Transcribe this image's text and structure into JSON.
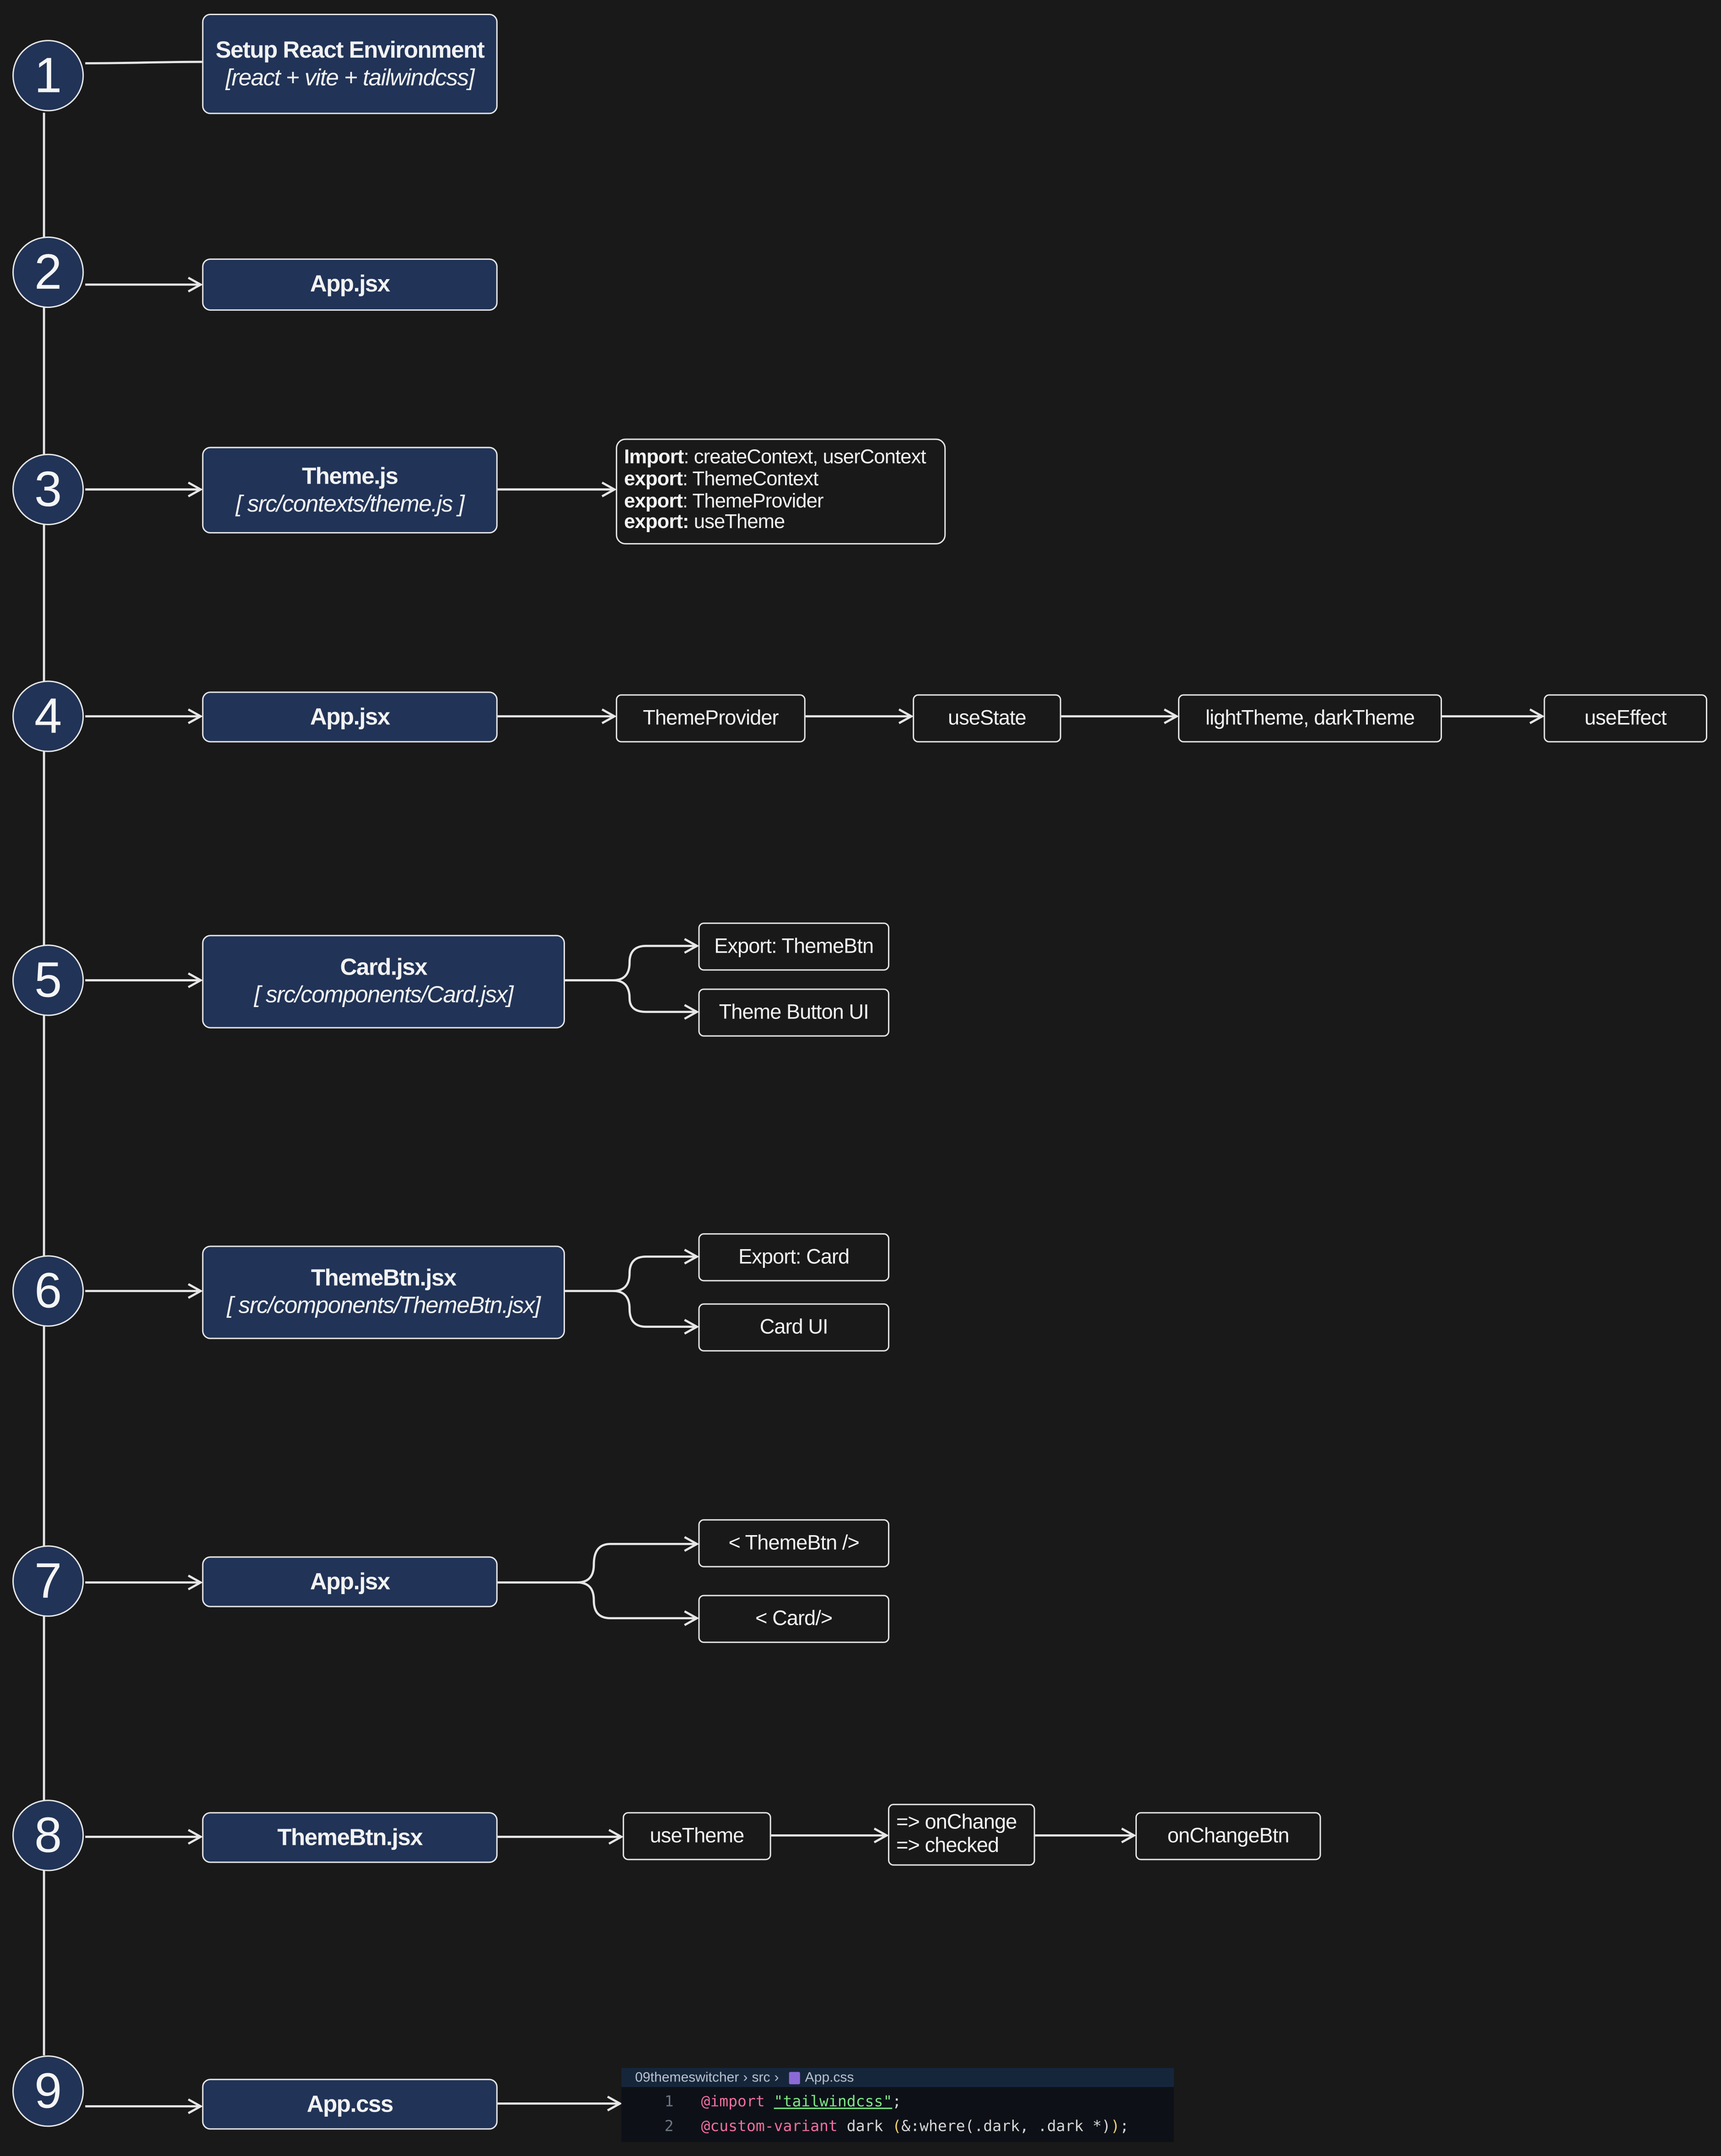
{
  "steps": [
    {
      "num": "1",
      "title": "Setup React Environment",
      "subtitle": "[react + vite + tailwindcss]"
    },
    {
      "num": "2",
      "title": "App.jsx"
    },
    {
      "num": "3",
      "title": "Theme.js",
      "subtitle": "[ src/contexts/theme.js ]",
      "notes": [
        {
          "key": "Import",
          "value": ": createContext, userContext"
        },
        {
          "key": "export",
          "value": ": ThemeContext"
        },
        {
          "key": "export",
          "value": ": ThemeProvider"
        },
        {
          "key": "export:",
          "value": " useTheme"
        }
      ]
    },
    {
      "num": "4",
      "title": "App.jsx",
      "chain": [
        "ThemeProvider",
        "useState",
        "lightTheme, darkTheme",
        "useEffect"
      ]
    },
    {
      "num": "5",
      "title": "Card.jsx",
      "subtitle": "[ src/components/Card.jsx]",
      "branches": [
        "Export: ThemeBtn",
        "Theme Button UI"
      ]
    },
    {
      "num": "6",
      "title": "ThemeBtn.jsx",
      "subtitle": "[ src/components/ThemeBtn.jsx]",
      "branches": [
        "Export: Card",
        "Card UI"
      ]
    },
    {
      "num": "7",
      "title": "App.jsx",
      "branches": [
        "< ThemeBtn />",
        "< Card/>"
      ]
    },
    {
      "num": "8",
      "title": "ThemeBtn.jsx",
      "chain": [
        "useTheme",
        "=> onChange",
        "=> checked",
        "onChangeBtn"
      ]
    },
    {
      "num": "9",
      "title": "App.css"
    }
  ],
  "code_snippet": {
    "breadcrumb": [
      "09themeswitcher",
      "src",
      "App.css"
    ],
    "separator": "›",
    "lines": [
      {
        "n": "1",
        "at": "@import",
        "sp": " ",
        "str": "\"tailwindcss\"",
        "end": ";"
      },
      {
        "n": "2",
        "at": "@custom-variant",
        "mid": " dark ",
        "po": "(",
        "sel": "&:where(.dark, .dark *)",
        "pc": ")",
        "end": ";"
      }
    ]
  },
  "colors": {
    "background": "#191919",
    "primary_box": "#213356",
    "stroke": "#e6e6e6"
  }
}
